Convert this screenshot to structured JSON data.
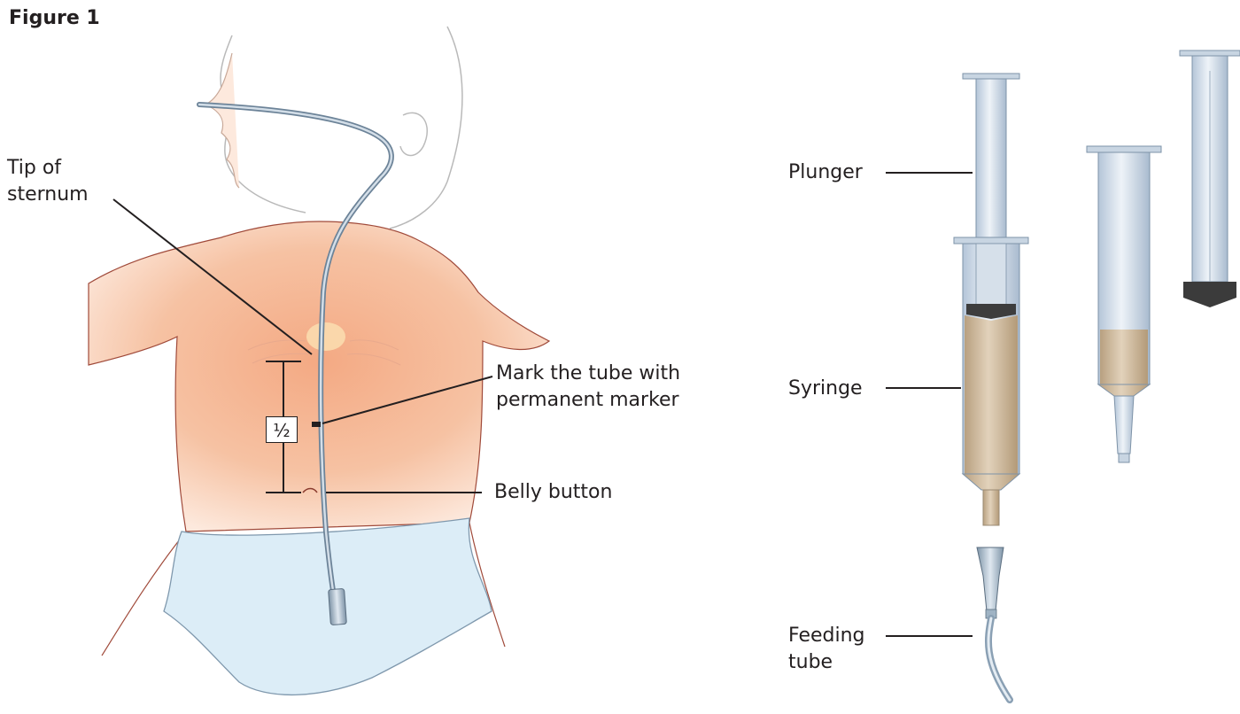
{
  "figure_title": "Figure 1",
  "labels": {
    "tip_of_sternum": [
      "Tip of",
      "sternum"
    ],
    "mark_tube": [
      "Mark the tube with",
      "permanent marker"
    ],
    "belly_button": "Belly button",
    "half_fraction": "½",
    "plunger": "Plunger",
    "syringe": "Syringe",
    "feeding_tube": [
      "Feeding",
      "tube"
    ]
  },
  "colors": {
    "skin": "#f4b892",
    "skin_light": "#fbe0cf",
    "outline": "#8a3b2e",
    "diaper": "#d9ecf7",
    "tube": "#9fb3c4",
    "barrel": "#c9d7e6",
    "liquid": "#cbb496",
    "rubber": "#3d3d3d",
    "leader": "#231f20"
  }
}
